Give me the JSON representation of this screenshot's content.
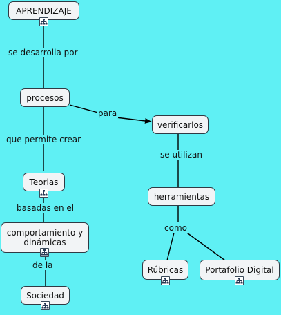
{
  "nodes": {
    "aprendizaje": "APRENDIZAJE",
    "procesos": "procesos",
    "verificarlos": "verificarlos",
    "teorias": "Teorias",
    "herramientas": "herramientas",
    "comportamiento": "comportamiento y\ndinámicas",
    "rubricas": "Rúbricas",
    "portafolio": "Portafolio Digital",
    "sociedad": "Sociedad"
  },
  "links": {
    "se_desarrolla_por": "se desarrolla por",
    "para": "para",
    "que_permite_crear": "que permite crear",
    "se_utilizan": "se utilizan",
    "basadas_en_el": "basadas en el",
    "como": "como",
    "de_la": "de la"
  },
  "icons": {
    "resource": "concept-map-resource-icon"
  },
  "colors": {
    "background": "#5ff0f4",
    "node_fill": "#f2f4f6",
    "node_border": "#2f3a44",
    "line": "#000000"
  }
}
